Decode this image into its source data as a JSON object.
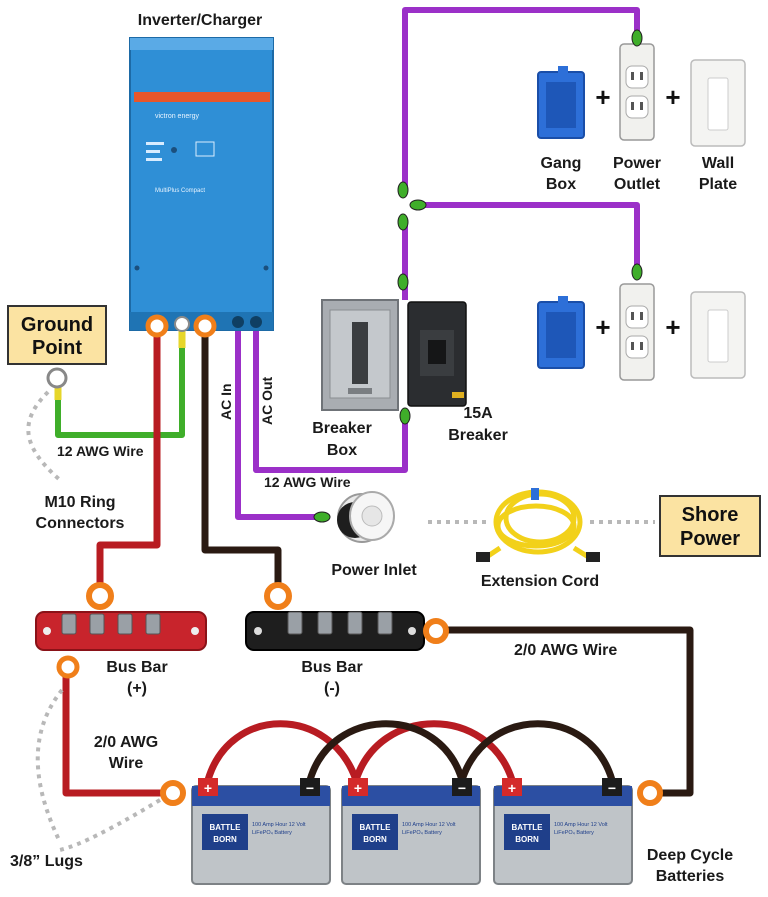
{
  "labels": {
    "inverter_charger": "Inverter/Charger",
    "inverter_brand": "victron energy",
    "inverter_model": "MultiPlus Compact",
    "gang_box_l1": "Gang",
    "gang_box_l2": "Box",
    "power_outlet_l1": "Power",
    "power_outlet_l2": "Outlet",
    "wall_plate_l1": "Wall",
    "wall_plate_l2": "Plate",
    "plus": "+",
    "ground_point_l1": "Ground",
    "ground_point_l2": "Point",
    "ac_in": "AC In",
    "ac_out": "AC Out",
    "breaker_box_l1": "Breaker",
    "breaker_box_l2": "Box",
    "breaker_15a_l1": "15A",
    "breaker_15a_l2": "Breaker",
    "wire_12awg_ground": "12 AWG Wire",
    "wire_12awg_ac": "12 AWG Wire",
    "ring_connectors_l1": "M10 Ring",
    "ring_connectors_l2": "Connectors",
    "power_inlet": "Power Inlet",
    "extension_cord": "Extension Cord",
    "shore_power_l1": "Shore",
    "shore_power_l2": "Power",
    "bus_bar_pos_l1": "Bus Bar",
    "bus_bar_pos_l2": "(+)",
    "bus_bar_neg_l1": "Bus Bar",
    "bus_bar_neg_l2": "(-)",
    "wire_2_0_right": "2/0 AWG Wire",
    "wire_2_0_left_l1": "2/0 AWG",
    "wire_2_0_left_l2": "Wire",
    "lugs": "3/8” Lugs",
    "deep_cycle_l1": "Deep Cycle",
    "deep_cycle_l2": "Batteries",
    "battery_brand_l1": "BATTLE",
    "battery_brand_l2": "BORN",
    "battery_desc_l1": "100 Amp Hour 12 Volt",
    "battery_desc_l2": "LiFePO₄ Battery",
    "term_pos": "+",
    "term_neg": "−"
  },
  "colors": {
    "ac_wire": "#9b30c8",
    "positive_wire": "#b81c22",
    "negative_wire": "#2a1a12",
    "ground_wire": "#3fae2a",
    "ring_lug": "#f07f1a",
    "label_box": "#fbe3a2",
    "inverter_body": "#2f8fd6",
    "inverter_stripe": "#e8562b",
    "gang_box": "#2d6fd8"
  }
}
